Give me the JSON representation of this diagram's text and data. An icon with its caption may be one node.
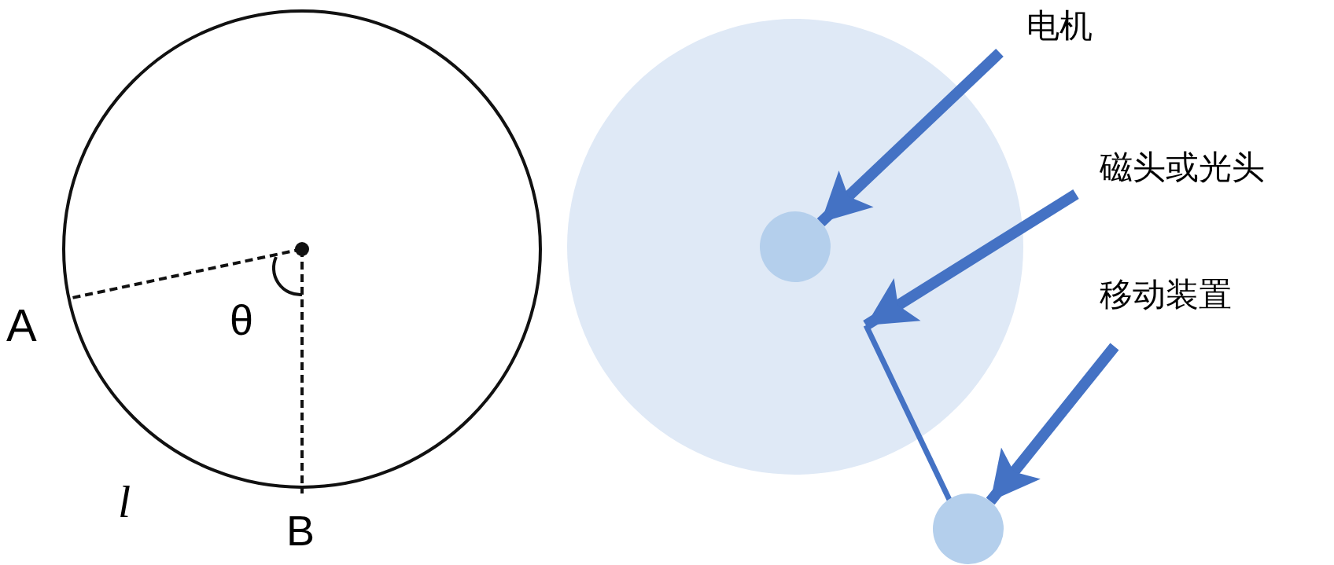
{
  "diagram": {
    "nodes": [
      {
        "text": [
          "电机"
        ]
      },
      {
        "text": [],
        "shape": "circle"
      },
      {
        "text": [
          "磁头或光头"
        ]
      },
      {
        "text": [],
        "shape": "bar"
      },
      {
        "text": [
          "移动装置"
        ]
      },
      {
        "text": [],
        "shape": "circle"
      }
    ],
    "edges": [
      {
        "from": 0,
        "to": 1,
        "arrow": "to"
      },
      {
        "from": 2,
        "to": 3,
        "arrow": "to"
      },
      {
        "from": 4,
        "to": 5,
        "arrow": "to"
      }
    ],
    "labels": [
      "A",
      "θ",
      "B",
      "l"
    ]
  }
}
